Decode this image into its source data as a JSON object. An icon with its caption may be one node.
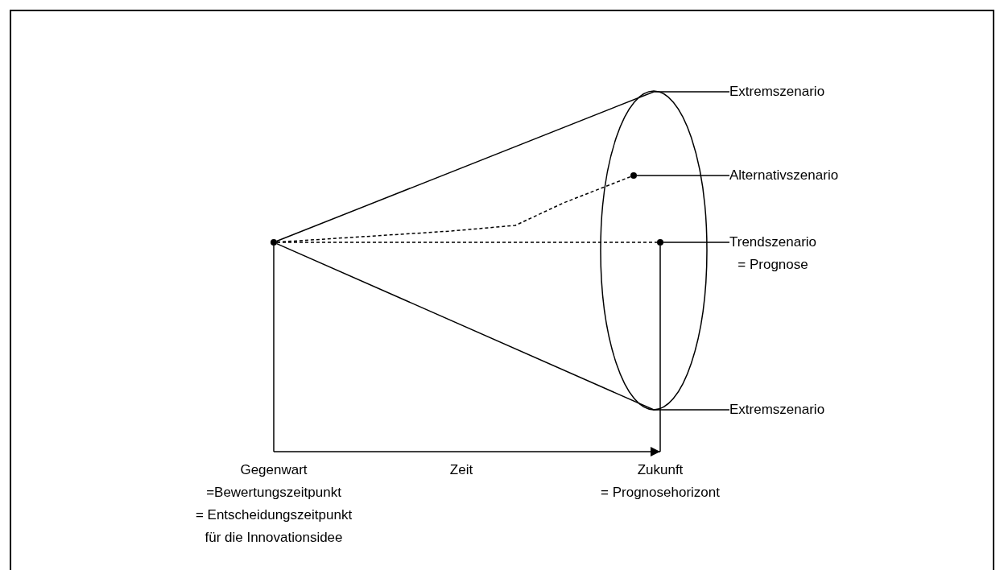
{
  "diagram": {
    "nodes": [
      {
        "text": [],
        "shape": "circle"
      },
      {
        "text": [
          "Extremszenario"
        ]
      },
      {
        "text": [],
        "shape": "circle"
      },
      {
        "text": [
          "Alternativszenario"
        ]
      },
      {
        "text": [],
        "shape": "circle"
      },
      {
        "text": [
          "Trendszenario = Prognose"
        ]
      },
      {
        "text": [
          "Extremszenario"
        ]
      },
      {
        "text": [
          "Gegenwart =Bewertungszeitpunkt = Entscheidungszeitpunkt für die Innovationsidee"
        ]
      },
      {
        "text": [
          "Zukunft = Prognosehorizont"
        ]
      }
    ],
    "edges": [
      {
        "from": 0,
        "to": 1,
        "arrow": "none"
      },
      {
        "from": 0,
        "to": 2,
        "arrow": "none",
        "style": "dashed"
      },
      {
        "from": 2,
        "to": 3,
        "arrow": "none"
      },
      {
        "from": 0,
        "to": 4,
        "arrow": "none",
        "style": "dashed"
      },
      {
        "from": 4,
        "to": 5,
        "arrow": "none"
      },
      {
        "from": 0,
        "to": 6,
        "arrow": "none"
      },
      {
        "from": 0,
        "to": 7,
        "arrow": "none"
      },
      {
        "from": 4,
        "to": 8,
        "arrow": "none"
      },
      {
        "from": 7,
        "to": 8,
        "arrow": "to"
      }
    ],
    "labels": [
      "Zeit"
    ]
  }
}
